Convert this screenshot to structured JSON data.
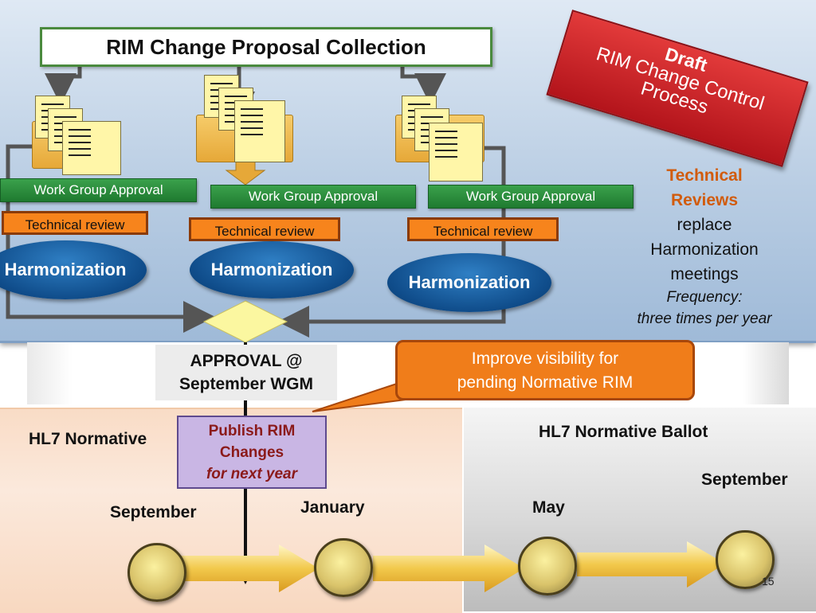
{
  "title": "RIM Change Proposal Collection",
  "draft_banner": {
    "line1": "Draft",
    "line2": "RIM Change Control",
    "line3": "Process"
  },
  "work_groups": [
    {
      "approval": "Work Group Approval",
      "review": "Technical review",
      "harmonization": "Harmonization"
    },
    {
      "approval": "Work Group Approval",
      "review": "Technical review",
      "harmonization": "Harmonization"
    },
    {
      "approval": "Work Group Approval",
      "review": "Technical review",
      "harmonization": "Harmonization"
    }
  ],
  "side_note": {
    "line1": "Technical",
    "line2": "Reviews",
    "line3": "replace",
    "line4": "Harmonization",
    "line5": "meetings",
    "line6": "Frequency:",
    "line7": "three times per year"
  },
  "approval": {
    "line1": "APPROVAL @",
    "line2": "September WGM"
  },
  "callout": {
    "line1": "Improve visibility for",
    "line2": "pending Normative RIM"
  },
  "publish": {
    "line1": "Publish RIM",
    "line2": "Changes",
    "line3": "for next year"
  },
  "hl7_normative": "HL7 Normative",
  "hl7_normative_ballot": "HL7 Normative Ballot",
  "timeline": [
    "September",
    "January",
    "May",
    "September"
  ],
  "page_number": "15",
  "colors": {
    "accent_orange": "#f7841c",
    "green": "#2a8c3c",
    "blue": "#0f4c8a",
    "red": "#c01e24"
  }
}
